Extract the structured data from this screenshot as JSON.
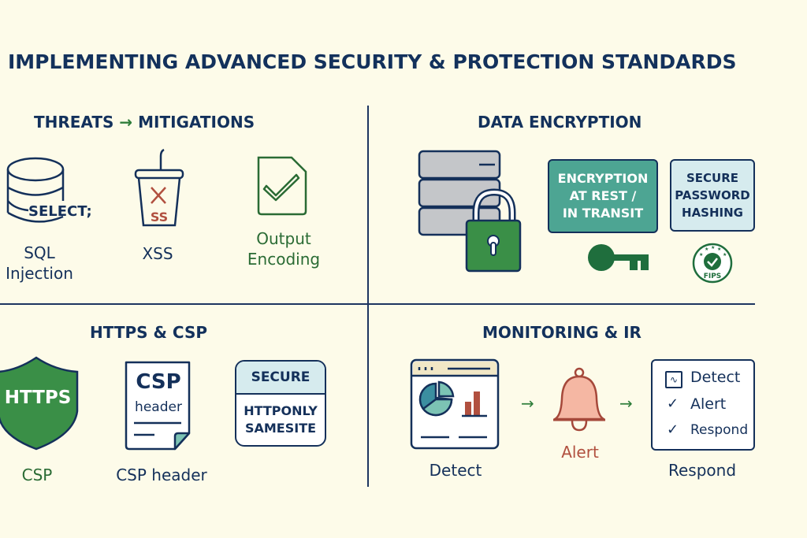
{
  "title": "IMPLEMENTING ADVANCED SECURITY & PROTECTION STANDARDS",
  "colors": {
    "background": "#fdfbe9",
    "navy": "#14305a",
    "green": "#3a8f47",
    "teal": "#4da593",
    "light_blue": "#d6ebee",
    "salmon": "#f5b7a3",
    "red": "#b1503f",
    "gray": "#c4c6c9"
  },
  "sections": {
    "threats": {
      "title_left": "THREATS",
      "title_arrow": "→",
      "title_right": "MITIGATIONS",
      "items": [
        {
          "label_line1": "SQL",
          "label_line2": "Injection",
          "icon": "database-icon",
          "icon_text": "SELECT;"
        },
        {
          "label": "XSS",
          "icon": "cup-icon",
          "icon_text": "SS"
        },
        {
          "label_line1": "Output",
          "label_line2": "Encoding",
          "icon": "document-check-icon"
        }
      ]
    },
    "encryption": {
      "title": "DATA ENCRYPTION",
      "boxes": [
        {
          "lines": [
            "ENCRYPTION",
            "AT REST /",
            "IN TRANSIT"
          ],
          "icon": "key-icon"
        },
        {
          "lines": [
            "SECURE",
            "PASSWORD",
            "HASHING"
          ],
          "icon": "certified-badge-icon",
          "badge_text": "FIPS"
        }
      ],
      "icon": "server-lock-icon"
    },
    "https": {
      "title": "HTTPS & CSP",
      "shield_text": "HTTPS",
      "shield_label": "CSP",
      "doc_title": "CSP",
      "doc_sub": "header",
      "doc_label": "CSP header",
      "cookie_header": "SECURE",
      "cookie_lines": [
        "HTTPONLY",
        "SAMESITE"
      ]
    },
    "monitoring": {
      "title": "MONITORING & IR",
      "steps": [
        {
          "label": "Detect",
          "icon": "dashboard-icon"
        },
        {
          "label": "Alert",
          "icon": "bell-icon"
        },
        {
          "label": "Respond",
          "icon": "checklist-icon"
        }
      ],
      "arrow": "→",
      "checklist": [
        "Detect",
        "Alert",
        "Respond"
      ]
    }
  }
}
